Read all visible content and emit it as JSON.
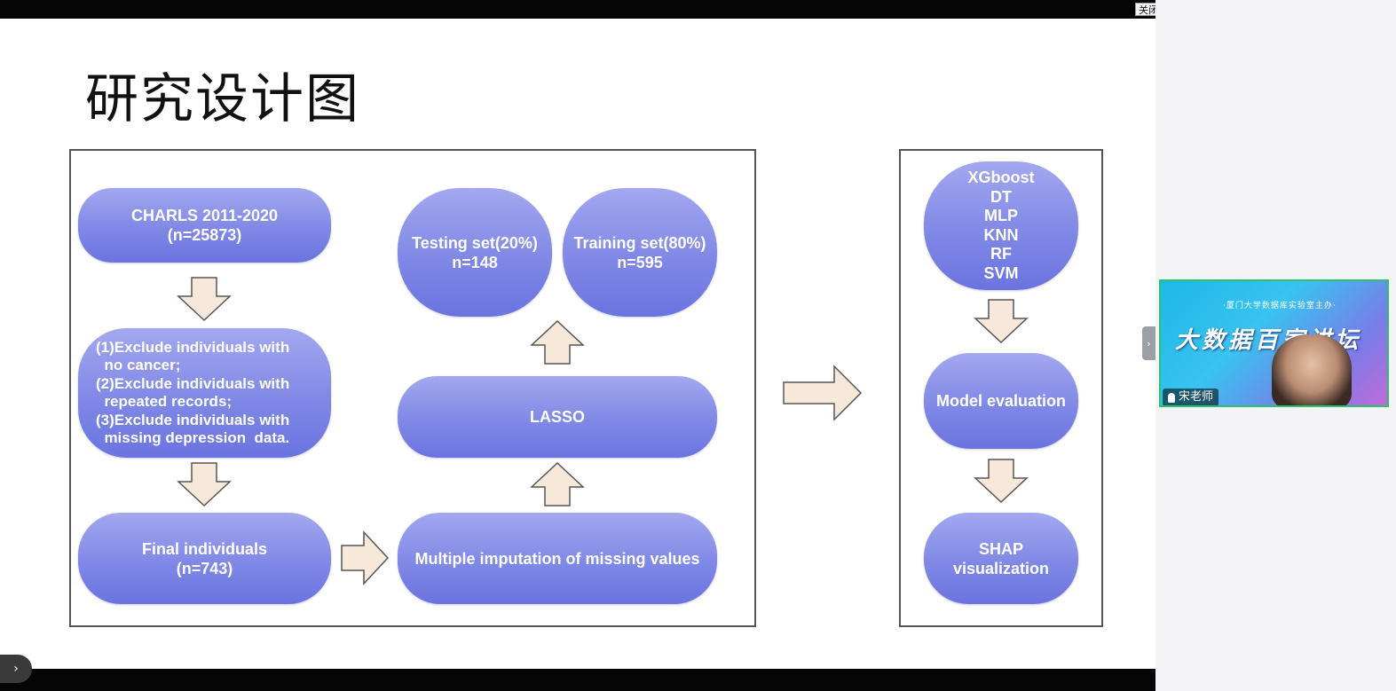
{
  "window": {
    "close_label": "关闭"
  },
  "slide": {
    "title": "研究设计图",
    "nodes": {
      "charls": [
        "CHARLS 2011-2020",
        "(n=25873)"
      ],
      "exclude": [
        "(1)Exclude individuals with",
        "  no cancer;",
        "(2)Exclude individuals with",
        "  repeated records;",
        "(3)Exclude individuals with",
        "  missing depression  data."
      ],
      "final": [
        "Final individuals",
        "(n=743)"
      ],
      "imputation": [
        "Multiple imputation of missing values"
      ],
      "lasso": [
        "LASSO"
      ],
      "testing": [
        "Testing set(20%)",
        "n=148"
      ],
      "training": [
        "Training set(80%)",
        "n=595"
      ],
      "models": [
        "XGboost",
        "DT",
        "MLP",
        "KNN",
        "RF",
        "SVM"
      ],
      "evaluation": [
        "Model evaluation"
      ],
      "shap": [
        "SHAP",
        "visualization"
      ]
    }
  },
  "video": {
    "banner_top": "·厦门大学数据库实验室主办·",
    "banner": "大数据百家讲坛",
    "speaker": "宋老师"
  },
  "colors": {
    "node_fill": "#8088e6",
    "arrow_fill": "#f8e8da",
    "arrow_stroke": "#555555",
    "video_border": "#29c468"
  },
  "icons": {
    "expand": "chevron-right-icon",
    "collapse": "chevron-right-icon",
    "mic": "microphone-icon"
  }
}
